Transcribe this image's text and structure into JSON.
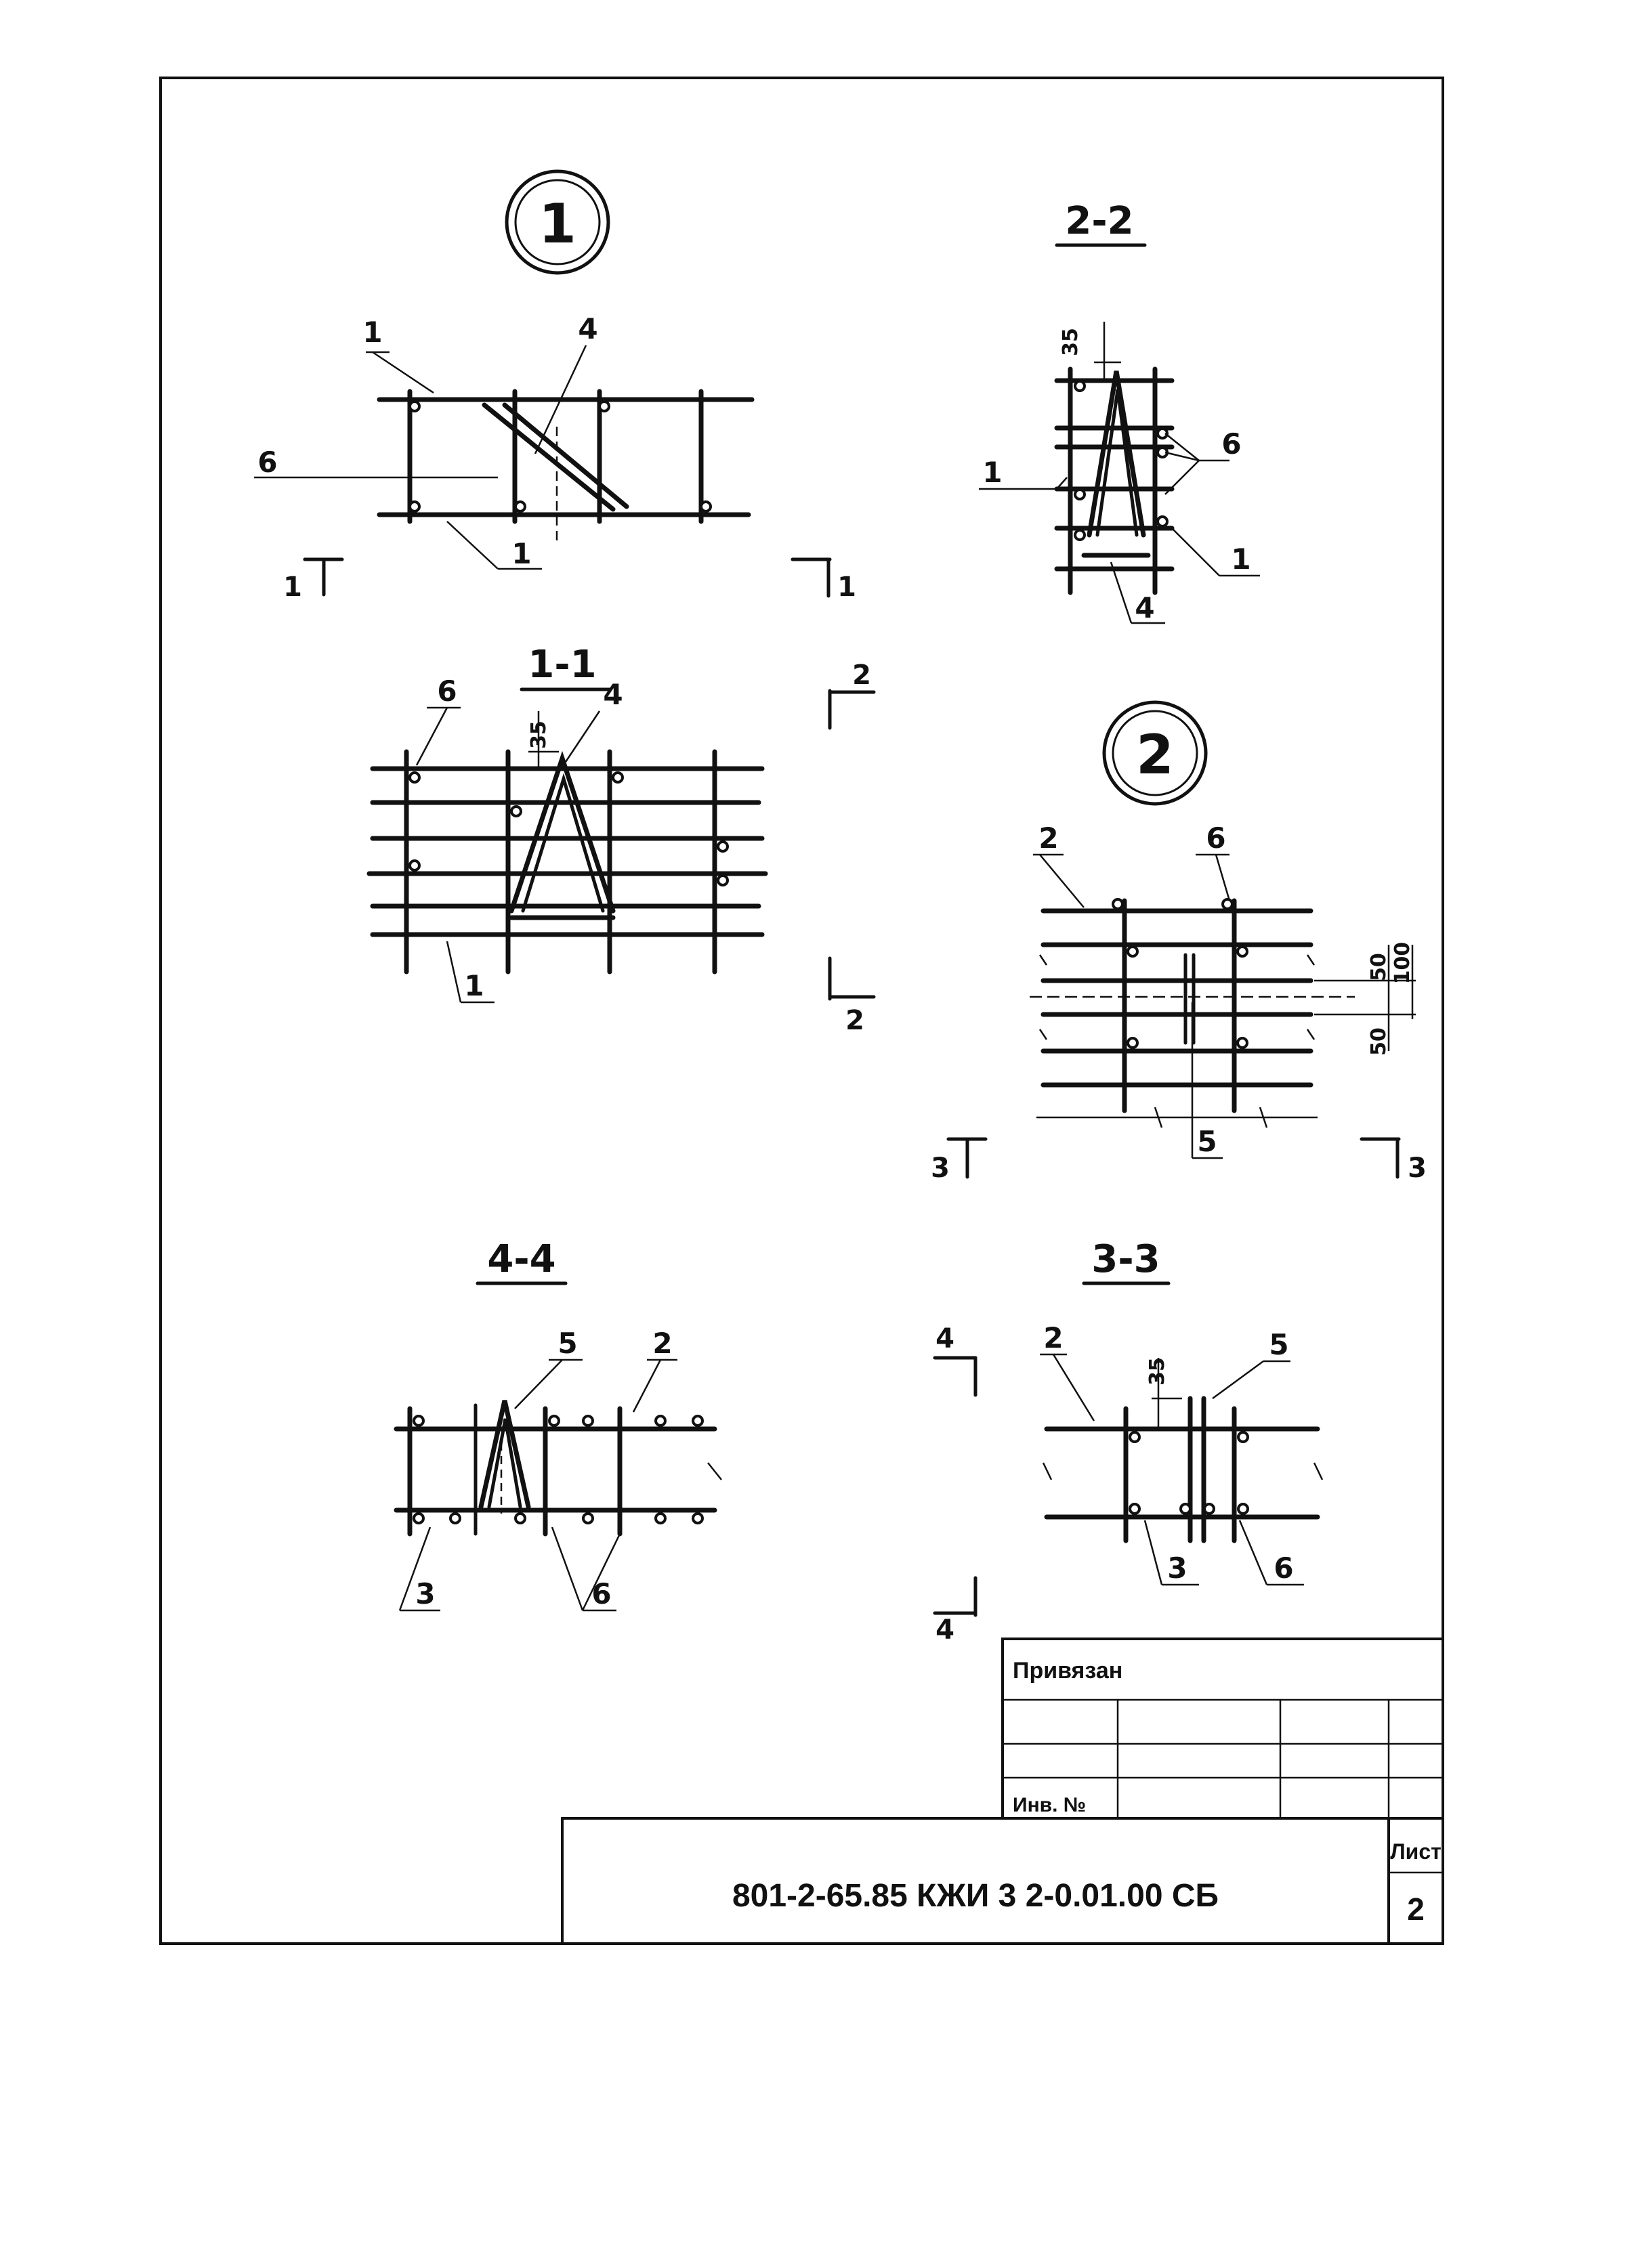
{
  "details": {
    "d1": "1",
    "d2": "2"
  },
  "sections": {
    "s11": "1-1",
    "s22": "2-2",
    "s33": "3-3",
    "s44": "4-4"
  },
  "cut_marks": {
    "one": "1",
    "two": "2",
    "three": "3",
    "four": "4"
  },
  "positions": {
    "p1": "1",
    "p2": "2",
    "p3": "3",
    "p4": "4",
    "p5": "5",
    "p6": "6"
  },
  "dimensions": {
    "d35": "35",
    "d50": "50",
    "d100": "100"
  },
  "title_block": {
    "bound": "Привязан",
    "inv_no": "Инв. №",
    "designation": "801-2-65.85  КЖИ 3 2-0.01.00 СБ",
    "sheet_label": "Лист",
    "sheet_no": "2"
  }
}
